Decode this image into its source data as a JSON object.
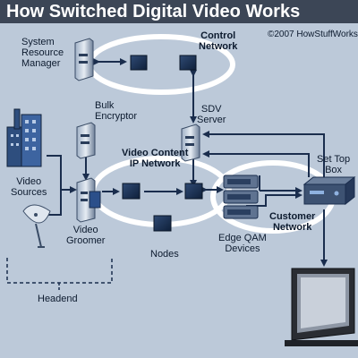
{
  "title": "How Switched Digital Video Works",
  "copyright": "©2007 HowStuffWorks",
  "labels": {
    "system_resource_manager": [
      "System",
      "Resource",
      "Manager"
    ],
    "control_network": [
      "Control",
      "Network"
    ],
    "bulk_encryptor": [
      "Bulk",
      "Encryptor"
    ],
    "sdv_server": [
      "SDV",
      "Server"
    ],
    "video_content_ip_network": [
      "Video Content",
      "IP Network"
    ],
    "video_sources": [
      "Video",
      "Sources"
    ],
    "video_groomer": [
      "Video",
      "Groomer"
    ],
    "set_top_box": [
      "Set Top",
      "Box"
    ],
    "customer_network": [
      "Customer",
      "Network"
    ],
    "nodes": "Nodes",
    "edge_qam_devices": [
      "Edge QAM",
      "Devices"
    ],
    "headend": "Headend"
  },
  "colors": {
    "header": "#3c4656",
    "background": "#bcc9d9",
    "node_fill": "#1e3458",
    "arrow": "#1a2d4d"
  }
}
